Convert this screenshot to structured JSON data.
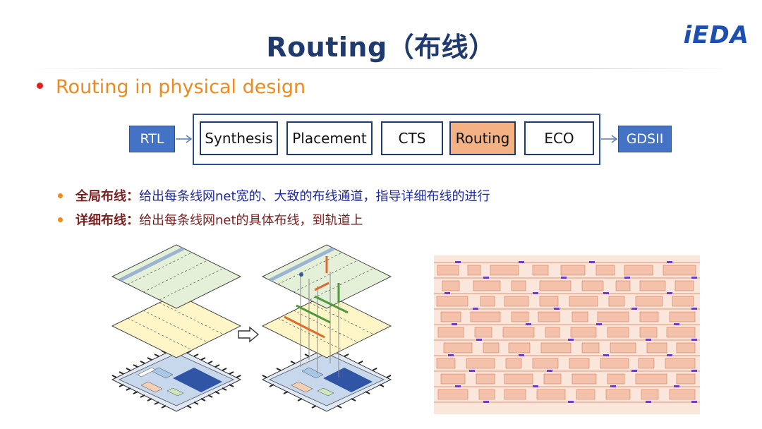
{
  "slide": {
    "title": "Routing（布线）",
    "logo": "iEDA",
    "bullet": "Routing in physical design"
  },
  "flow": {
    "start": "RTL",
    "end": "GDSII",
    "stages": [
      {
        "label": "Synthesis"
      },
      {
        "label": "Placement"
      },
      {
        "label": "CTS"
      },
      {
        "label": "Routing",
        "active": true
      },
      {
        "label": "ECO"
      }
    ],
    "active_color": "#f4b183",
    "endpoint_color": "#4472c4"
  },
  "sub_bullets": [
    {
      "lead": "全局布线：",
      "text": "给出每条线网net宽的、大致的布线通道，指导详细布线的进行"
    },
    {
      "lead": "详细布线：",
      "text": "给出每条线网net的具体布线，到轨道上"
    }
  ],
  "figures": {
    "left_icon": "layered-chip-global-routing",
    "right_icon": "layered-chip-detailed-routing",
    "transition_icon": "right-outline-arrow-icon",
    "layout_icon": "detailed-routing-layout"
  }
}
